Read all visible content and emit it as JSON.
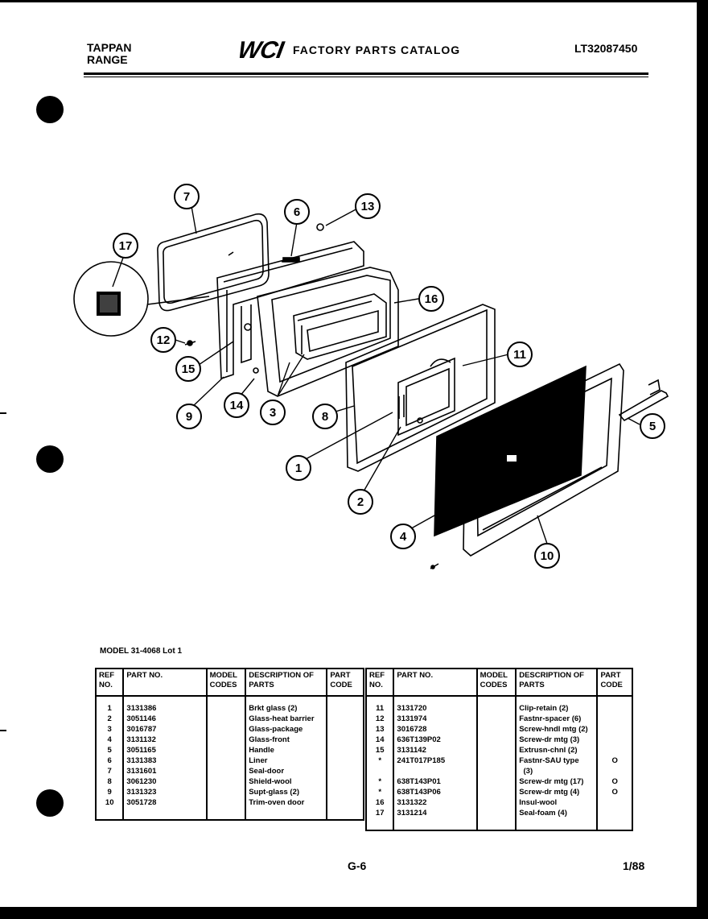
{
  "header": {
    "brand_line1": "TAPPAN",
    "brand_line2": "RANGE",
    "logo": "WCI",
    "title": "FACTORY PARTS CATALOG",
    "catalog_code": "LT32087450"
  },
  "diagram": {
    "callouts": [
      "1",
      "2",
      "3",
      "4",
      "5",
      "6",
      "7",
      "8",
      "9",
      "10",
      "11",
      "12",
      "13",
      "14",
      "15",
      "16",
      "17"
    ]
  },
  "model_line": "MODEL 31-4068  Lot 1",
  "table_headers": {
    "ref": "REF NO.",
    "part": "PART NO.",
    "model": "MODEL CODES",
    "desc": "DESCRIPTION OF PARTS",
    "code": "PART CODE"
  },
  "parts_left": [
    {
      "ref": "1",
      "part": "3131386",
      "model": "",
      "desc": "Brkt glass (2)",
      "code": ""
    },
    {
      "ref": "2",
      "part": "3051146",
      "model": "",
      "desc": "Glass-heat barrier",
      "code": ""
    },
    {
      "ref": "3",
      "part": "3016787",
      "model": "",
      "desc": "Glass-package",
      "code": ""
    },
    {
      "ref": "4",
      "part": "3131132",
      "model": "",
      "desc": "Glass-front",
      "code": ""
    },
    {
      "ref": "5",
      "part": "3051165",
      "model": "",
      "desc": "Handle",
      "code": ""
    },
    {
      "ref": "6",
      "part": "3131383",
      "model": "",
      "desc": "Liner",
      "code": ""
    },
    {
      "ref": "7",
      "part": "3131601",
      "model": "",
      "desc": "Seal-door",
      "code": ""
    },
    {
      "ref": "8",
      "part": "3061230",
      "model": "",
      "desc": "Shield-wool",
      "code": ""
    },
    {
      "ref": "9",
      "part": "3131323",
      "model": "",
      "desc": "Supt-glass (2)",
      "code": ""
    },
    {
      "ref": "10",
      "part": "3051728",
      "model": "",
      "desc": "Trim-oven door",
      "code": ""
    }
  ],
  "parts_right": [
    {
      "ref": "11",
      "part": "3131720",
      "model": "",
      "desc": "Clip-retain (2)",
      "code": ""
    },
    {
      "ref": "12",
      "part": "3131974",
      "model": "",
      "desc": "Fastnr-spacer (6)",
      "code": ""
    },
    {
      "ref": "13",
      "part": "3016728",
      "model": "",
      "desc": "Screw-hndl mtg (2)",
      "code": ""
    },
    {
      "ref": "14",
      "part": "636T139P02",
      "model": "",
      "desc": "Screw-dr mtg (3)",
      "code": ""
    },
    {
      "ref": "15",
      "part": "3131142",
      "model": "",
      "desc": "Extrusn-chnl (2)",
      "code": ""
    },
    {
      "ref": "*",
      "part": "241T017P185",
      "model": "",
      "desc": "Fastnr-SAU type",
      "code": "O"
    },
    {
      "ref": "",
      "part": "",
      "model": "",
      "desc": "  (3)",
      "code": ""
    },
    {
      "ref": "*",
      "part": "638T143P01",
      "model": "",
      "desc": "Screw-dr mtg (17)",
      "code": "O"
    },
    {
      "ref": "*",
      "part": "638T143P06",
      "model": "",
      "desc": "Screw-dr mtg (4)",
      "code": "O"
    },
    {
      "ref": "16",
      "part": "3131322",
      "model": "",
      "desc": "Insul-wool",
      "code": ""
    },
    {
      "ref": "17",
      "part": "3131214",
      "model": "",
      "desc": "Seal-foam (4)",
      "code": ""
    }
  ],
  "footer": {
    "page": "G-6",
    "date": "1/88"
  }
}
